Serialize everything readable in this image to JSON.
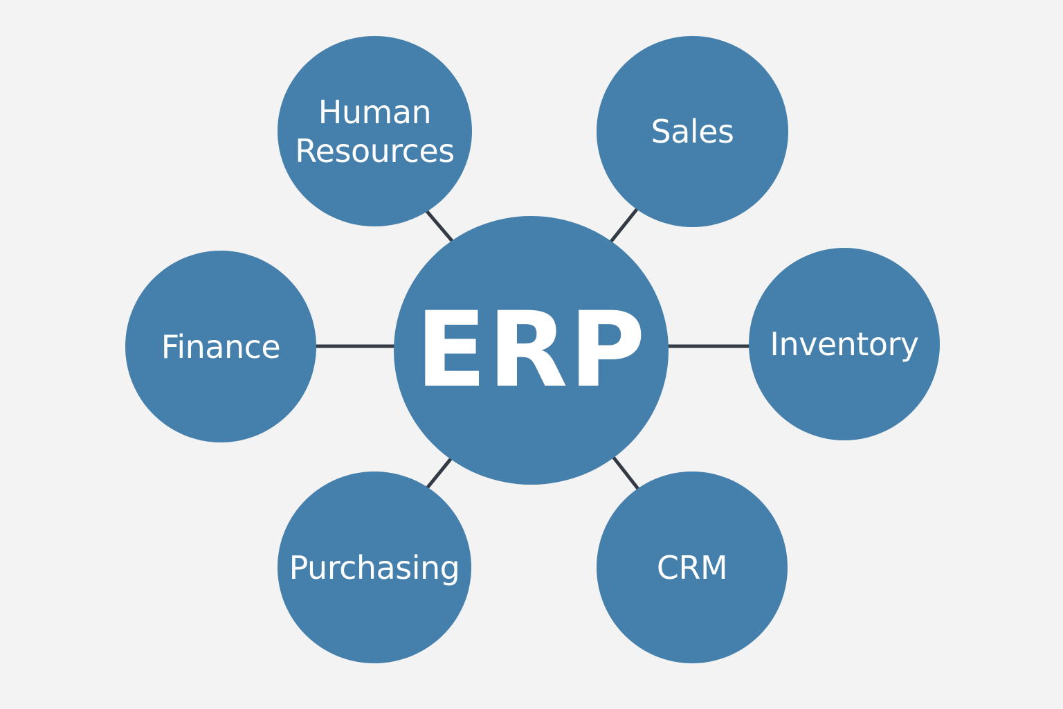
{
  "center": {
    "label": "ERP"
  },
  "modules": [
    {
      "label": "Human\nResources"
    },
    {
      "label": "Sales"
    },
    {
      "label": "Finance"
    },
    {
      "label": "Inventory"
    },
    {
      "label": "Purchasing"
    },
    {
      "label": "CRM"
    }
  ],
  "colors": {
    "node": "#457fab",
    "line": "#333a44",
    "background": "#f3f3f3"
  }
}
